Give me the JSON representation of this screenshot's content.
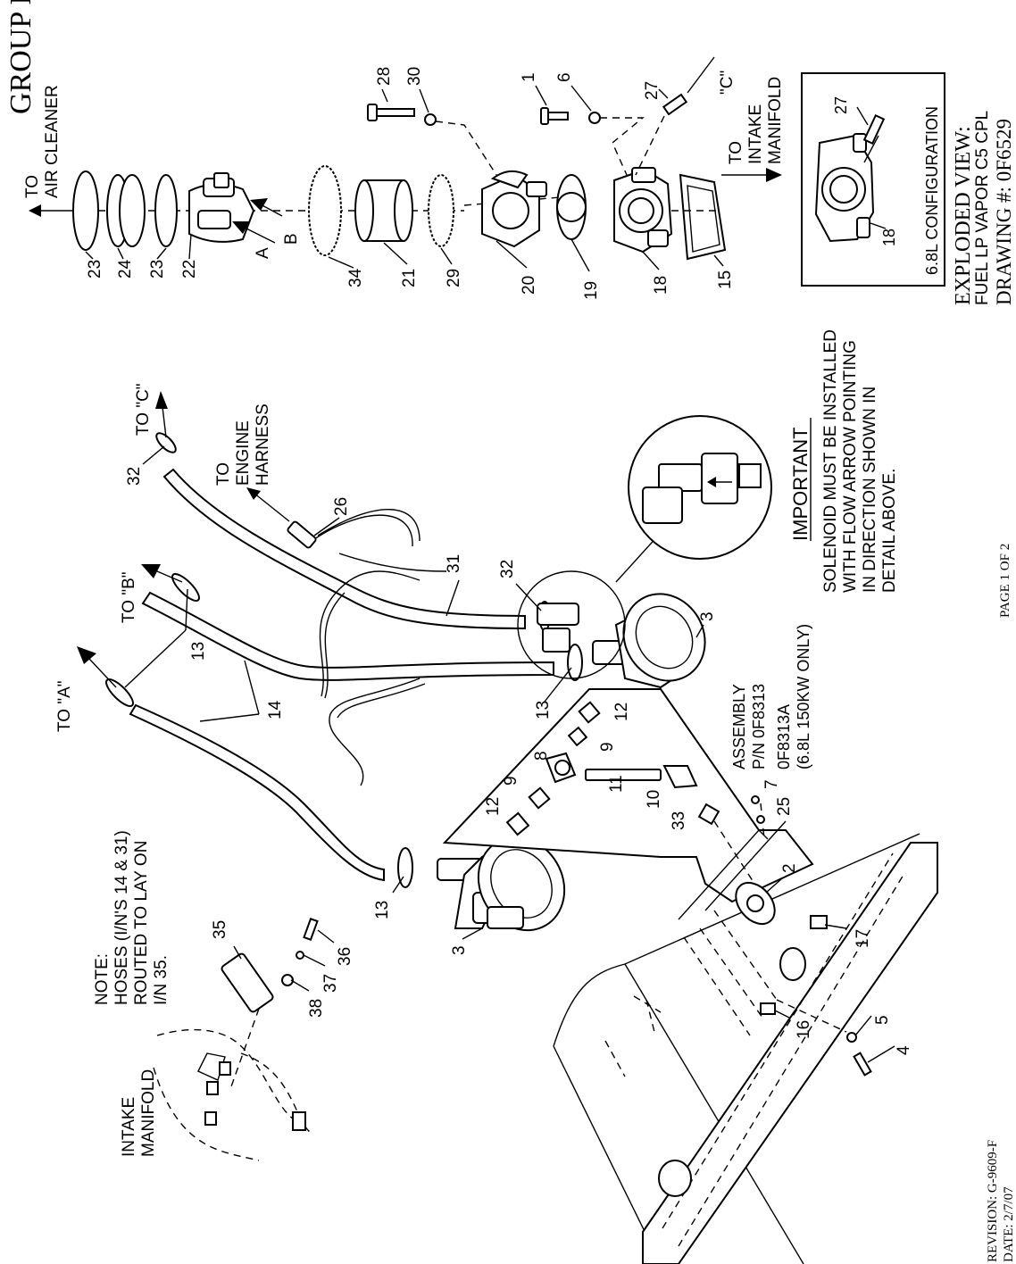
{
  "header": {
    "group": "GROUP E"
  },
  "footer": {
    "revision": "REVISION: G-9609-F",
    "date": "DATE: 2/7/07",
    "page": "PAGE 1 OF 2"
  },
  "title_block": {
    "view": "EXPLODED VIEW:",
    "product": "FUEL LP VAPOR C5 CPL",
    "drawing": "DRAWING #: 0F6529"
  },
  "inset": {
    "caption": "6.8L CONFIGURATION",
    "parts": [
      "27",
      "18"
    ]
  },
  "callouts": {
    "to_air_cleaner": [
      "TO",
      "AIR CLEANER"
    ],
    "to_intake_manifold_top": [
      "TO",
      "INTAKE",
      "MANIFOLD"
    ],
    "to_c_quote": "\"C\"",
    "to_a": "TO \"A\"",
    "to_b": "TO \"B\"",
    "to_c": "TO \"C\"",
    "to_engine_harness": [
      "TO",
      "ENGINE",
      "HARNESS"
    ],
    "intake_manifold": [
      "INTAKE",
      "MANIFOLD"
    ],
    "label_a": "A",
    "label_b": "B"
  },
  "notes": {
    "note": [
      "NOTE:",
      "HOSES (I/N'S 14 & 31)",
      "ROUTED TO LAY ON",
      "I/N 35."
    ],
    "assembly": [
      "ASSEMBLY",
      "P/N 0F8313",
      "0F8313A",
      "(6.8L 150KW ONLY)"
    ],
    "important_title": "IMPORTANT",
    "important": [
      "SOLENOID MUST BE INSTALLED",
      "WITH FLOW ARROW POINTING",
      "IN DIRECTION SHOWN IN",
      "DETAIL ABOVE."
    ]
  },
  "part_numbers": [
    "1",
    "2",
    "3",
    "4",
    "5",
    "6",
    "7",
    "8",
    "9",
    "10",
    "11",
    "12",
    "13",
    "14",
    "15",
    "16",
    "17",
    "18",
    "19",
    "20",
    "21",
    "22",
    "23",
    "24",
    "25",
    "26",
    "27",
    "28",
    "29",
    "30",
    "31",
    "32",
    "33",
    "34",
    "35",
    "36",
    "37",
    "38"
  ]
}
